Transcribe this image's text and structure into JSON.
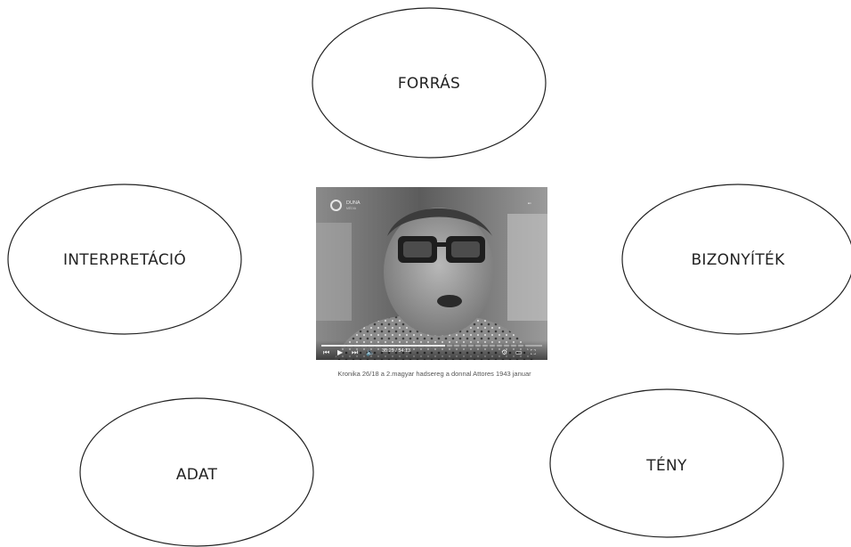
{
  "nodes": {
    "forras": "FORRÁS",
    "interpretacio": "INTERPRETÁCIÓ",
    "bizonyitek": "BIZONYÍTÉK",
    "adat": "ADAT",
    "teny": "TÉNY"
  },
  "video": {
    "channel_name": "DUNA",
    "channel_sub": "MÉDIA",
    "time_display": "30:29 / 54:13",
    "progress": 0.562
  },
  "caption": "Kronika 26/18 a 2.magyar hadsereg a donnal Attores 1943 januar",
  "colors": {
    "ellipse_stroke": "#222222",
    "video_bg": "#6d6d6d"
  }
}
